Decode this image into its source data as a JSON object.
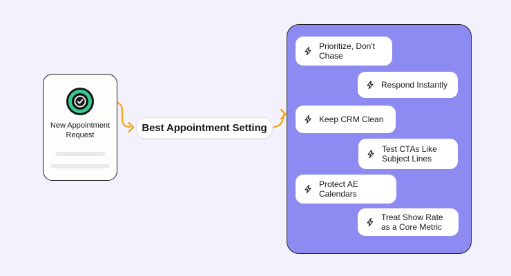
{
  "flow": {
    "source_card": {
      "label": "New Appointment Request",
      "icon": "check-circle-icon"
    },
    "center_node": {
      "label": "Best Appointment Setting"
    },
    "panel": {
      "items": [
        {
          "icon": "lightning-icon",
          "label": "Prioritize, Don't Chase"
        },
        {
          "icon": "lightning-icon",
          "label": "Respond Instantly"
        },
        {
          "icon": "lightning-icon",
          "label": "Keep CRM Clean"
        },
        {
          "icon": "lightning-icon",
          "label": "Test CTAs Like Subject Lines"
        },
        {
          "icon": "lightning-icon",
          "label": "Protect AE Calendars"
        },
        {
          "icon": "lightning-icon",
          "label": "Treat Show Rate as a Core Metric"
        }
      ]
    }
  },
  "colors": {
    "background": "#F3F2FC",
    "panel_purple": "#8D8BF1",
    "accent_orange": "#F6A41D",
    "icon_green": "#36CB8F",
    "skeleton_gray": "#E9E9EC",
    "text_dark": "#18181D"
  }
}
